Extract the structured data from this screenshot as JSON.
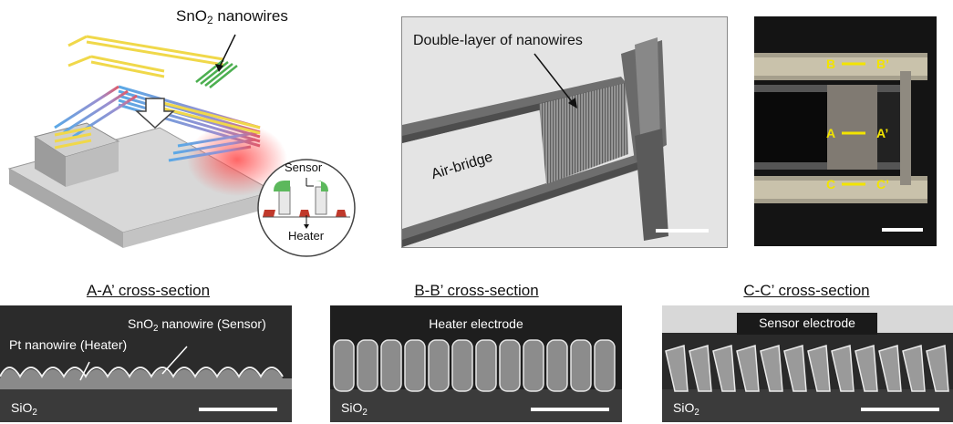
{
  "schematic": {
    "nanowire_label_main": "SnO",
    "nanowire_label_sub": "2",
    "nanowire_label_rest": " nanowires",
    "inset_sensor": "Sensor",
    "inset_heater": "Heater"
  },
  "sem_tilted": {
    "label_top": "Double-layer of nanowires",
    "label_airbridge": "Air-bridge"
  },
  "optical": {
    "marker_a": "A",
    "marker_a_prime": "A’",
    "marker_b": "B",
    "marker_b_prime": "B’",
    "marker_c": "C",
    "marker_c_prime": "C’"
  },
  "cross_sections": [
    {
      "caption": "A-A’ cross-section",
      "label_sensor_main": "SnO",
      "label_sensor_sub": "2",
      "label_sensor_rest": " nanowire (Sensor)",
      "label_heater": "Pt nanowire (Heater)",
      "substrate_main": "SiO",
      "substrate_sub": "2"
    },
    {
      "caption": "B-B’ cross-section",
      "label_electrode": "Heater electrode",
      "substrate_main": "SiO",
      "substrate_sub": "2"
    },
    {
      "caption": "C-C’ cross-section",
      "label_electrode": "Sensor electrode",
      "substrate_main": "SiO",
      "substrate_sub": "2"
    }
  ],
  "colors": {
    "heater_blue": "#5aa9e6",
    "sensor_yellow": "#f0d84a",
    "marker_yellow": "#f2e400",
    "green_wire": "#4caf50",
    "glow_red": "#ff4a4a"
  }
}
